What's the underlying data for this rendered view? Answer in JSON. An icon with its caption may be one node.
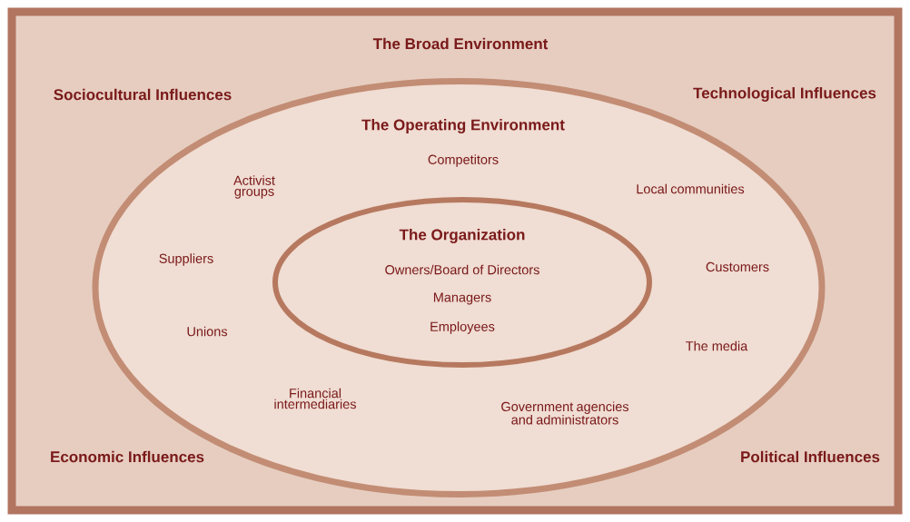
{
  "diagram": {
    "nodes": [
      {
        "text": [
          "The Broad Environment",
          "Sociocultural Influences",
          "Technological Influences",
          "Economic Influences",
          "Political Influences"
        ]
      },
      {
        "text": [
          "The Operating Environment",
          "Competitors",
          "Activist groups",
          "Local communities",
          "Suppliers",
          "Customers",
          "Unions",
          "The media",
          "Financial intermediaries",
          "Government agencies and administrators"
        ],
        "in": 0
      },
      {
        "text": [
          "The Organization",
          "Owners/Board of Directors",
          "Managers",
          "Employees"
        ],
        "in": 1
      }
    ]
  }
}
